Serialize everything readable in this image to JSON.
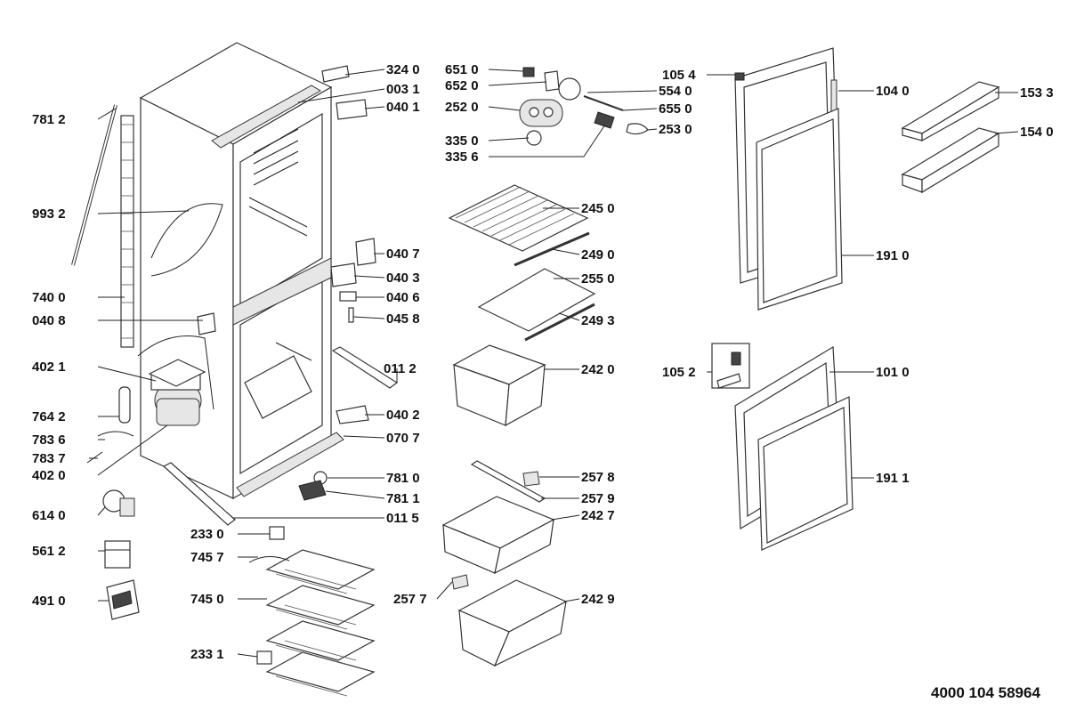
{
  "document_number": "4000 104 58964",
  "labels": [
    {
      "id": "781_2",
      "text": "781 2"
    },
    {
      "id": "993_2",
      "text": "993 2"
    },
    {
      "id": "740_0",
      "text": "740 0"
    },
    {
      "id": "040_8",
      "text": "040 8"
    },
    {
      "id": "402_1",
      "text": "402 1"
    },
    {
      "id": "764_2",
      "text": "764 2"
    },
    {
      "id": "783_6",
      "text": "783 6"
    },
    {
      "id": "783_7",
      "text": "783 7"
    },
    {
      "id": "402_0",
      "text": "402 0"
    },
    {
      "id": "614_0",
      "text": "614 0"
    },
    {
      "id": "561_2",
      "text": "561 2"
    },
    {
      "id": "491_0",
      "text": "491 0"
    },
    {
      "id": "324_0",
      "text": "324 0"
    },
    {
      "id": "003_1",
      "text": "003 1"
    },
    {
      "id": "040_1",
      "text": "040 1"
    },
    {
      "id": "040_7",
      "text": "040 7"
    },
    {
      "id": "040_3",
      "text": "040 3"
    },
    {
      "id": "040_6",
      "text": "040 6"
    },
    {
      "id": "045_8",
      "text": "045 8"
    },
    {
      "id": "011_2",
      "text": "011 2"
    },
    {
      "id": "040_2",
      "text": "040 2"
    },
    {
      "id": "070_7",
      "text": "070 7"
    },
    {
      "id": "781_0",
      "text": "781 0"
    },
    {
      "id": "781_1",
      "text": "781 1"
    },
    {
      "id": "011_5",
      "text": "011 5"
    },
    {
      "id": "233_0",
      "text": "233 0"
    },
    {
      "id": "745_7",
      "text": "745 7"
    },
    {
      "id": "745_0",
      "text": "745 0"
    },
    {
      "id": "233_1",
      "text": "233 1"
    },
    {
      "id": "651_0",
      "text": "651 0"
    },
    {
      "id": "652_0",
      "text": "652 0"
    },
    {
      "id": "252_0",
      "text": "252 0"
    },
    {
      "id": "335_0",
      "text": "335 0"
    },
    {
      "id": "335_6",
      "text": "335 6"
    },
    {
      "id": "554_0",
      "text": "554 0"
    },
    {
      "id": "655_0",
      "text": "655 0"
    },
    {
      "id": "253_0",
      "text": "253 0"
    },
    {
      "id": "245_0",
      "text": "245 0"
    },
    {
      "id": "249_0",
      "text": "249 0"
    },
    {
      "id": "255_0",
      "text": "255 0"
    },
    {
      "id": "249_3",
      "text": "249 3"
    },
    {
      "id": "242_0",
      "text": "242 0"
    },
    {
      "id": "257_8",
      "text": "257 8"
    },
    {
      "id": "257_9",
      "text": "257 9"
    },
    {
      "id": "242_7",
      "text": "242 7"
    },
    {
      "id": "257_7",
      "text": "257 7"
    },
    {
      "id": "242_9",
      "text": "242 9"
    },
    {
      "id": "105_4",
      "text": "105 4"
    },
    {
      "id": "104_0",
      "text": "104 0"
    },
    {
      "id": "153_3",
      "text": "153 3"
    },
    {
      "id": "154_0",
      "text": "154 0"
    },
    {
      "id": "191_0",
      "text": "191 0"
    },
    {
      "id": "105_2",
      "text": "105 2"
    },
    {
      "id": "101_0",
      "text": "101 0"
    },
    {
      "id": "191_1",
      "text": "191 1"
    }
  ]
}
